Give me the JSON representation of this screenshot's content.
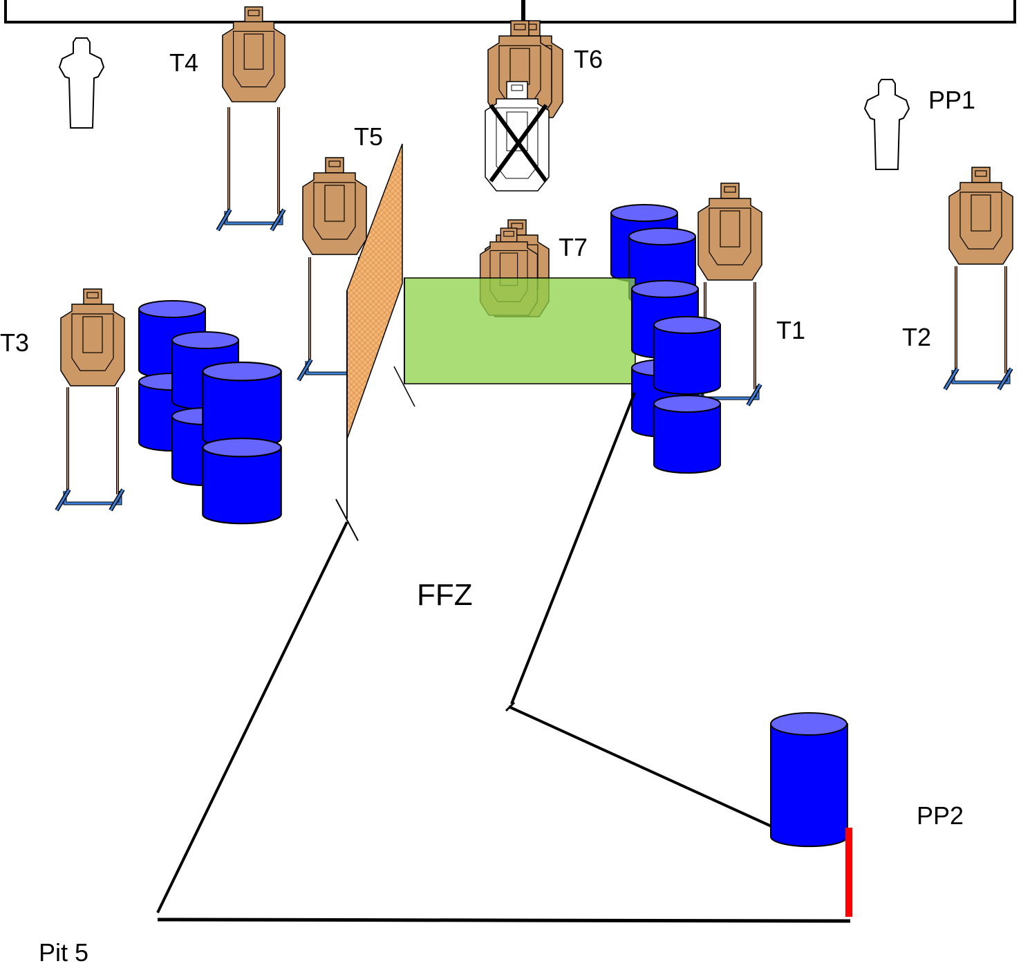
{
  "labels": {
    "t1": "T1",
    "t2": "T2",
    "t3": "T3",
    "t4": "T4",
    "t5": "T5",
    "t6": "T6",
    "t7": "T7",
    "pp1": "PP1",
    "pp2": "PP2",
    "ffz": "FFZ",
    "pit": "Pit 5"
  },
  "colors": {
    "target_fill": "#cc9966",
    "target_stroke": "#6b4a2a",
    "barrel_body": "#0000ff",
    "barrel_top": "#6666ff",
    "stand_base": "#3d7fd6",
    "stand_post": "#b08050",
    "hard_cover": "#f2b679",
    "green_zone": "#8fd24a",
    "fault_line": "#000000",
    "red_marker": "#ff0000",
    "no_shoot_fill": "#ffffff"
  }
}
